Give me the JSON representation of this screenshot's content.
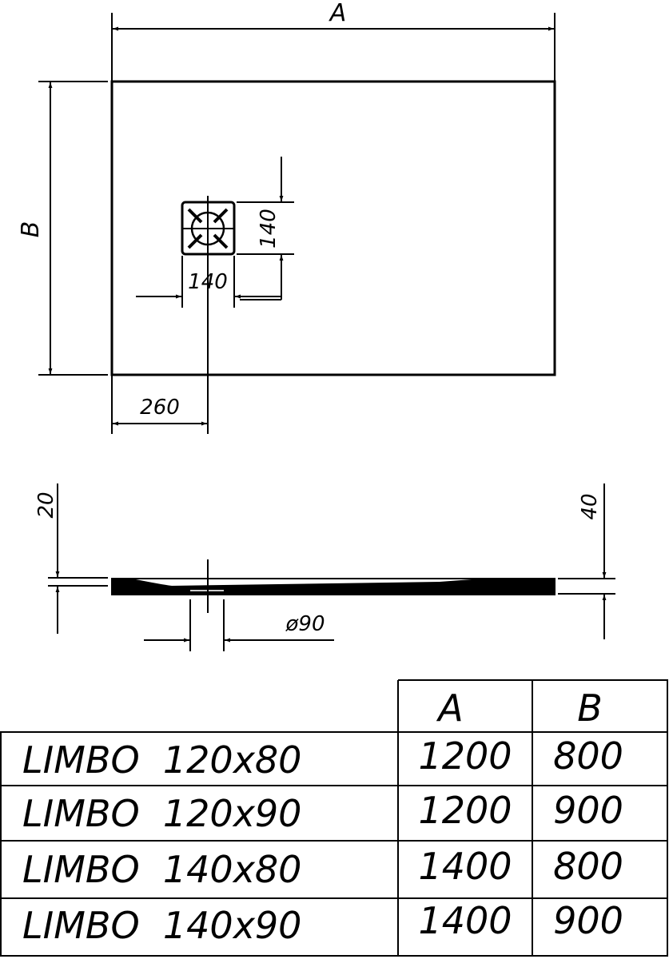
{
  "plan_view": {
    "dim_a_label": "A",
    "dim_b_label": "B",
    "drain_height": "140",
    "drain_width": "140",
    "drain_offset": "260"
  },
  "side_view": {
    "height_left": "20",
    "height_right": "40",
    "drain_diameter": "ø90"
  },
  "table": {
    "headers": [
      "A",
      "B"
    ],
    "rows": [
      {
        "model": "LIMBO  120x80",
        "a": "1200",
        "b": "800"
      },
      {
        "model": "LIMBO  120x90",
        "a": "1200",
        "b": "900"
      },
      {
        "model": "LIMBO  140x80",
        "a": "1400",
        "b": "800"
      },
      {
        "model": "LIMBO  140x90",
        "a": "1400",
        "b": "900"
      }
    ]
  }
}
